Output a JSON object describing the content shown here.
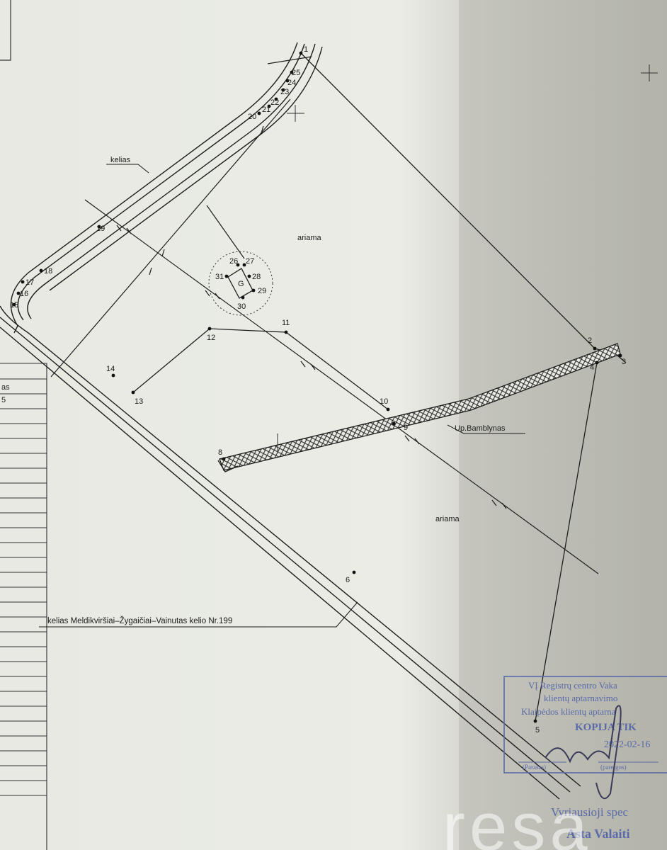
{
  "points": [
    "1",
    "2",
    "3",
    "4",
    "5",
    "6",
    "8",
    "9",
    "10",
    "11",
    "12",
    "13",
    "14",
    "15",
    "16",
    "17",
    "18",
    "19",
    "20",
    "21",
    "22",
    "23",
    "24",
    "25",
    "26",
    "27",
    "28",
    "29",
    "30",
    "31"
  ],
  "building_label": "G",
  "labels": {
    "road_top": "kelias",
    "field_top": "ariama",
    "field_bottom": "ariama",
    "stream": "Up.Bamblynas",
    "main_road": "kelias Meldikviršiai–Žygaičiai–Vainutas kelio Nr.199"
  },
  "legend_fragments": [
    "as",
    "5"
  ],
  "stamp": {
    "line1": "VĮ Registrų centro Vaka",
    "line2": "klientų aptarnavimo",
    "line3": "Klaipėdos klientų aptarna",
    "line4": "KOPIJA TIK",
    "date": "2022-02-16",
    "caption_left": "(Parašas)",
    "caption_right": "(pareigos)"
  },
  "signature_footer": {
    "line1": "Vyriausioji spec",
    "line2": "Asta Valaiti"
  },
  "watermark": "resa",
  "colors": {
    "ink": "#1c1c1c",
    "stamp": "#5a6aa8",
    "paper": "#e9ebe4"
  }
}
